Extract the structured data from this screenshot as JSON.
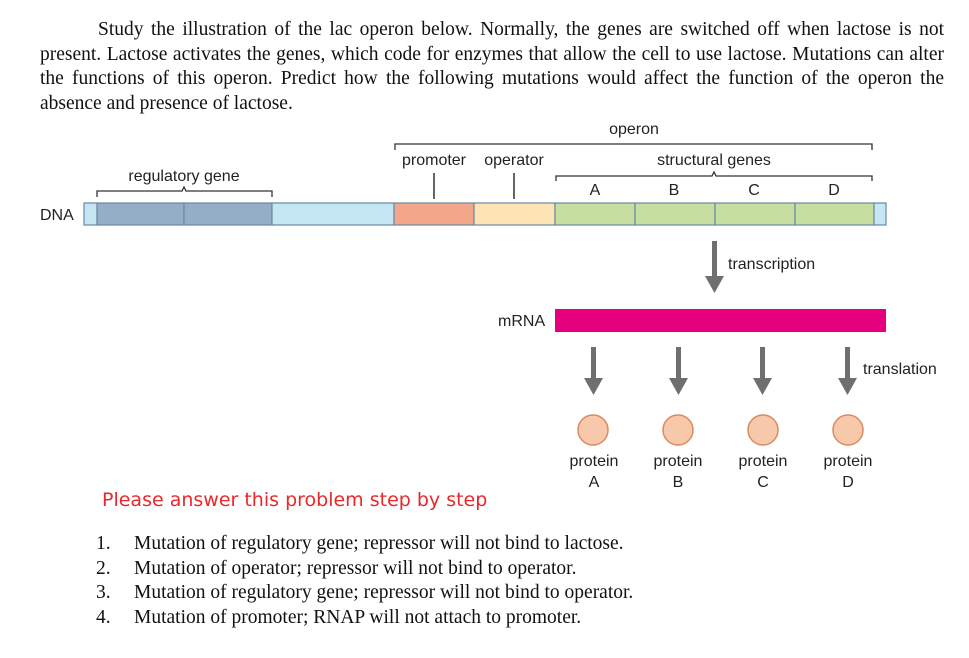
{
  "intro_text": "Study the illustration of the lac operon below. Normally, the genes are switched off when lactose is not present. Lactose activates the genes, which code for enzymes that allow the cell to use lactose. Mutations can alter the functions of this operon. Predict how the following mutations would affect the function of the operon the absence and presence of lactose.",
  "diagram": {
    "labels": {
      "operon": "operon",
      "regulatory_gene": "regulatory gene",
      "promoter": "promoter",
      "operator": "operator",
      "structural_genes": "structural genes",
      "dna": "DNA",
      "mrna": "mRNA",
      "transcription": "transcription",
      "translation": "translation"
    },
    "genes": [
      "A",
      "B",
      "C",
      "D"
    ],
    "proteins": [
      {
        "word": "protein",
        "letter": "A"
      },
      {
        "word": "protein",
        "letter": "B"
      },
      {
        "word": "protein",
        "letter": "C"
      },
      {
        "word": "protein",
        "letter": "D"
      }
    ],
    "colors": {
      "regulatory": "#94aec8",
      "spacer": "#c5e6f3",
      "promoter": "#f3a78a",
      "operator": "#fde4b4",
      "structural": "#c6dea0",
      "mrna": "#e6007e",
      "protein": "#f7c9aa",
      "arrow": "#6f6f6f"
    }
  },
  "instruction": "Please answer this problem step by step",
  "questions": [
    {
      "num": "1.",
      "text": "Mutation of regulatory gene; repressor will not bind to lactose."
    },
    {
      "num": "2.",
      "text": "Mutation of operator; repressor will not bind to operator."
    },
    {
      "num": "3.",
      "text": "Mutation of regulatory gene; repressor will not bind to operator."
    },
    {
      "num": "4.",
      "text": "Mutation of promoter; RNAP will not attach to promoter."
    }
  ]
}
